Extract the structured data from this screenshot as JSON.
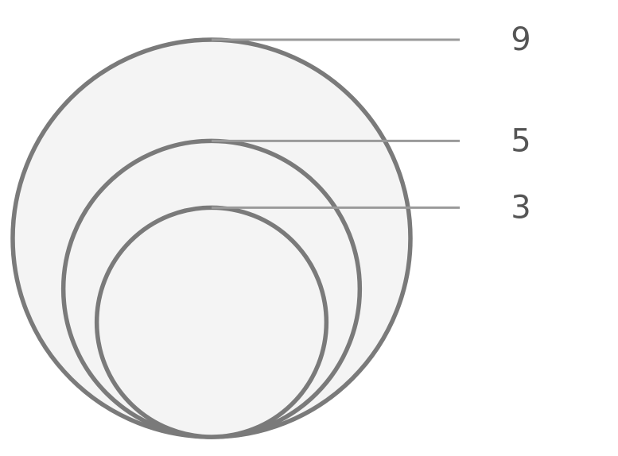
{
  "chart_data": {
    "type": "nested-bubble",
    "values": [
      9,
      5,
      3
    ],
    "labels": [
      "9",
      "5",
      "3"
    ],
    "colors": {
      "fill": "#f4f4f4",
      "stroke": "#7a7a7a",
      "leader": "#9a9a9a",
      "text": "#555555"
    }
  }
}
